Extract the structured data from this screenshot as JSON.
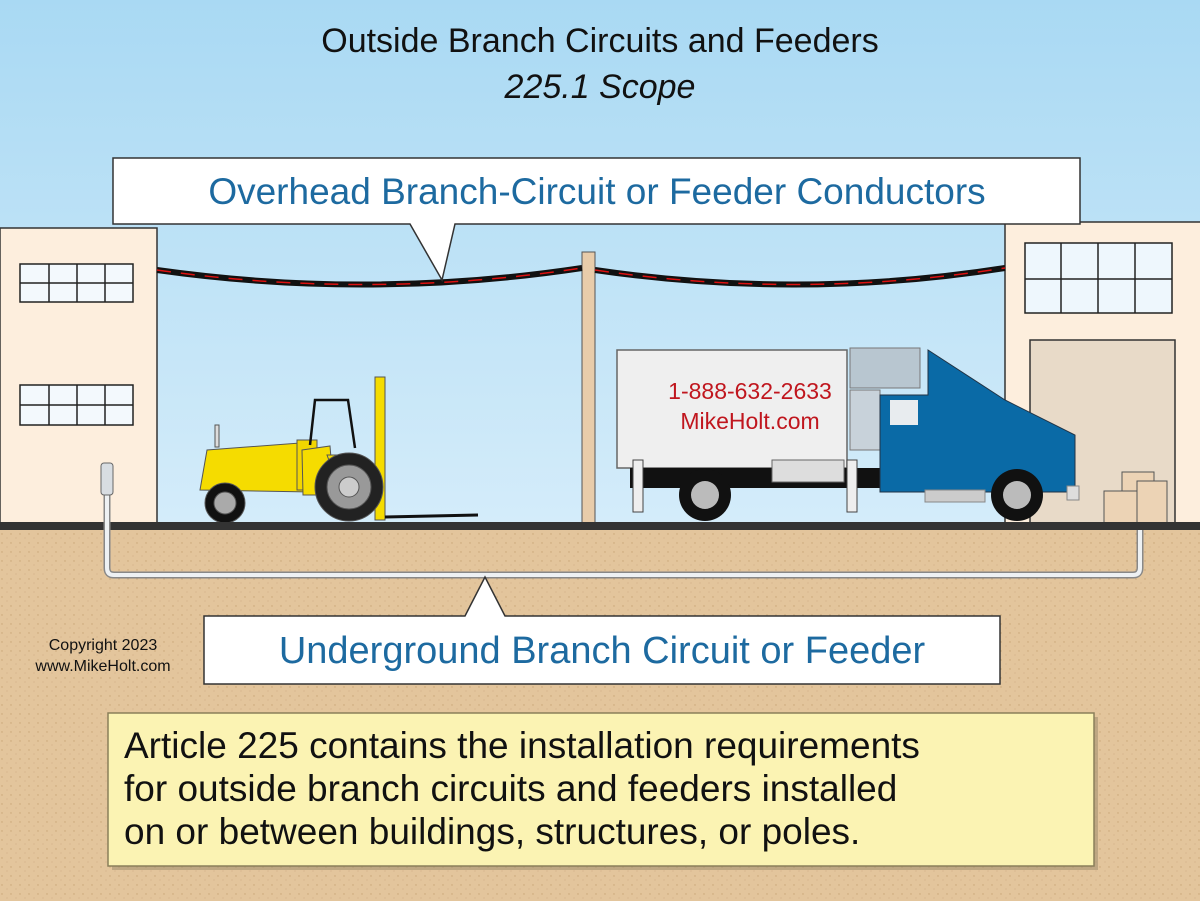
{
  "title": {
    "main": "Outside Branch Circuits and Feeders",
    "subtitle": "225.1 Scope"
  },
  "callouts": {
    "overhead": "Overhead Branch-Circuit or Feeder Conductors",
    "underground": "Underground Branch Circuit or Feeder"
  },
  "truck": {
    "phone": "1-888-632-2633",
    "website": "MikeHolt.com"
  },
  "copyright": {
    "line1": "Copyright 2023",
    "line2": "www.MikeHolt.com"
  },
  "note": {
    "lines": [
      "Article 225 contains the installation requirements",
      "for outside branch circuits and feeders installed",
      "on or between buildings, structures, or poles."
    ]
  },
  "colors": {
    "sky": "#bfe3f7",
    "ground": "#e3c59c",
    "callout_text": "#1d6aa0",
    "note_bg": "#fbf3b3",
    "truck_cab": "#0a6aa6",
    "forklift": "#f5dc00"
  }
}
